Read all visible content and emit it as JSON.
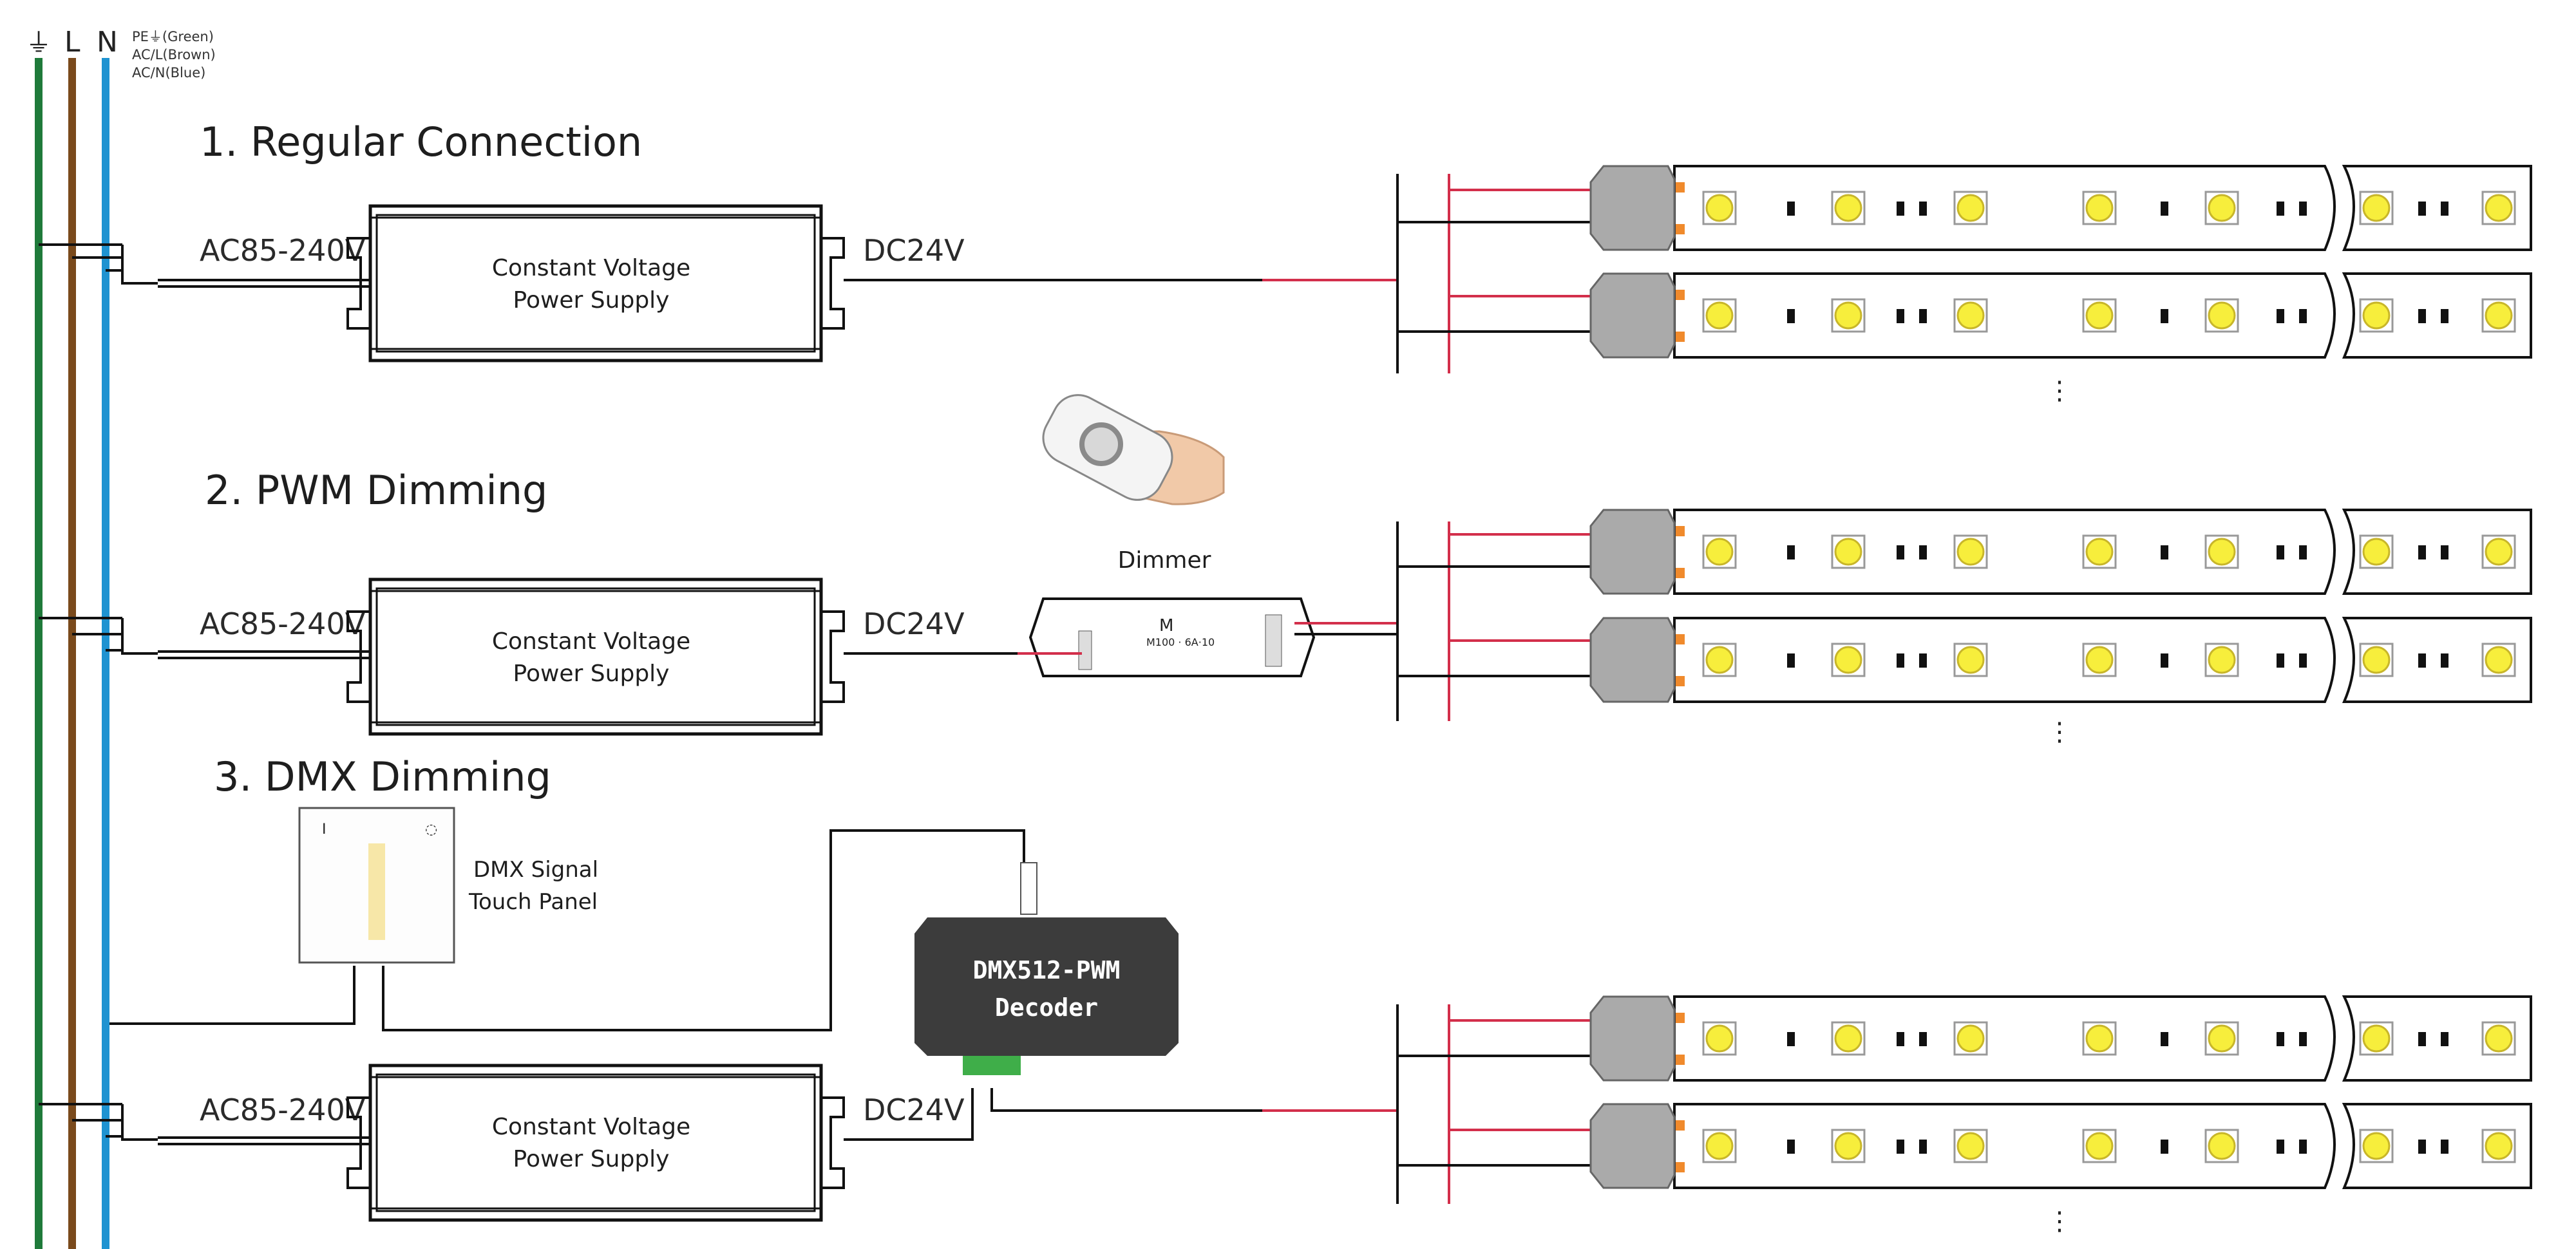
{
  "mains": {
    "earth_symbol": "⏚",
    "line_label": "L",
    "neutral_label": "N",
    "legend": [
      "PE⏚(Green)",
      "AC/L(Brown)",
      "AC/N(Blue)"
    ],
    "colors": {
      "earth": "#1f7a3a",
      "line": "#7a4a1c",
      "neutral": "#1f93d1"
    }
  },
  "sections": [
    {
      "title": "1. Regular Connection"
    },
    {
      "title": "2. PWM Dimming"
    },
    {
      "title": "3. DMX Dimming"
    }
  ],
  "psu": {
    "input_label": "AC85-240V",
    "output_label": "DC24V",
    "name_line1": "Constant Voltage",
    "name_line2": "Power Supply"
  },
  "dimmer": {
    "label": "Dimmer",
    "icon": "remote-control-icon"
  },
  "touch_panel": {
    "label_line1": "DMX Signal",
    "label_line2": "Touch Panel"
  },
  "decoder": {
    "label_line1": "DMX512-PWM",
    "label_line2": "Decoder"
  },
  "colors": {
    "positive_wire": "#d32f4b",
    "led": "#f7ee3c",
    "decoder_body": "#3c3c3c"
  }
}
